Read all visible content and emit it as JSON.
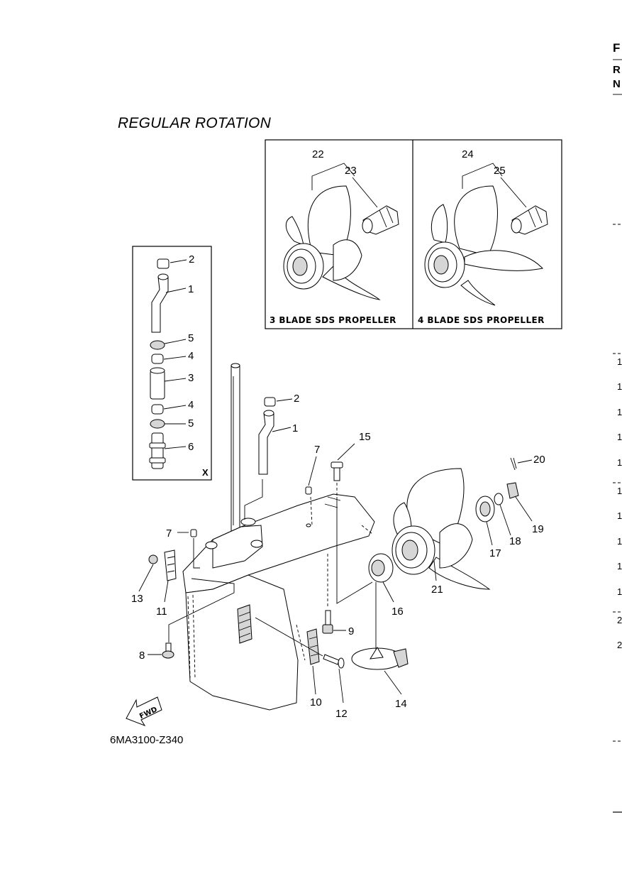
{
  "title": "REGULAR ROTATION",
  "figure_code": "6MA3100-Z340",
  "inset_x_label": "X",
  "fwd_label": "FWD",
  "propeller_3_label": "3 BLADE SDS PROPELLER",
  "propeller_4_label": "4 BLADE SDS PROPELLER",
  "edge_text": {
    "top_letters": [
      "F",
      "R",
      "N"
    ],
    "side_numbers": [
      "1",
      "1",
      "1",
      "1",
      "1",
      "1",
      "1",
      "1",
      "1",
      "1",
      "2",
      "2"
    ]
  },
  "callouts": {
    "p1": "1",
    "p2": "2",
    "p3": "3",
    "p4": "4",
    "p5": "5",
    "p6": "6",
    "p7": "7",
    "p8": "8",
    "p9": "9",
    "p10": "10",
    "p11": "11",
    "p12": "12",
    "p13": "13",
    "p14": "14",
    "p15": "15",
    "p16": "16",
    "p17": "17",
    "p18": "18",
    "p19": "19",
    "p20": "20",
    "p21": "21",
    "p22": "22",
    "p23": "23",
    "p24": "24",
    "p25": "25"
  }
}
